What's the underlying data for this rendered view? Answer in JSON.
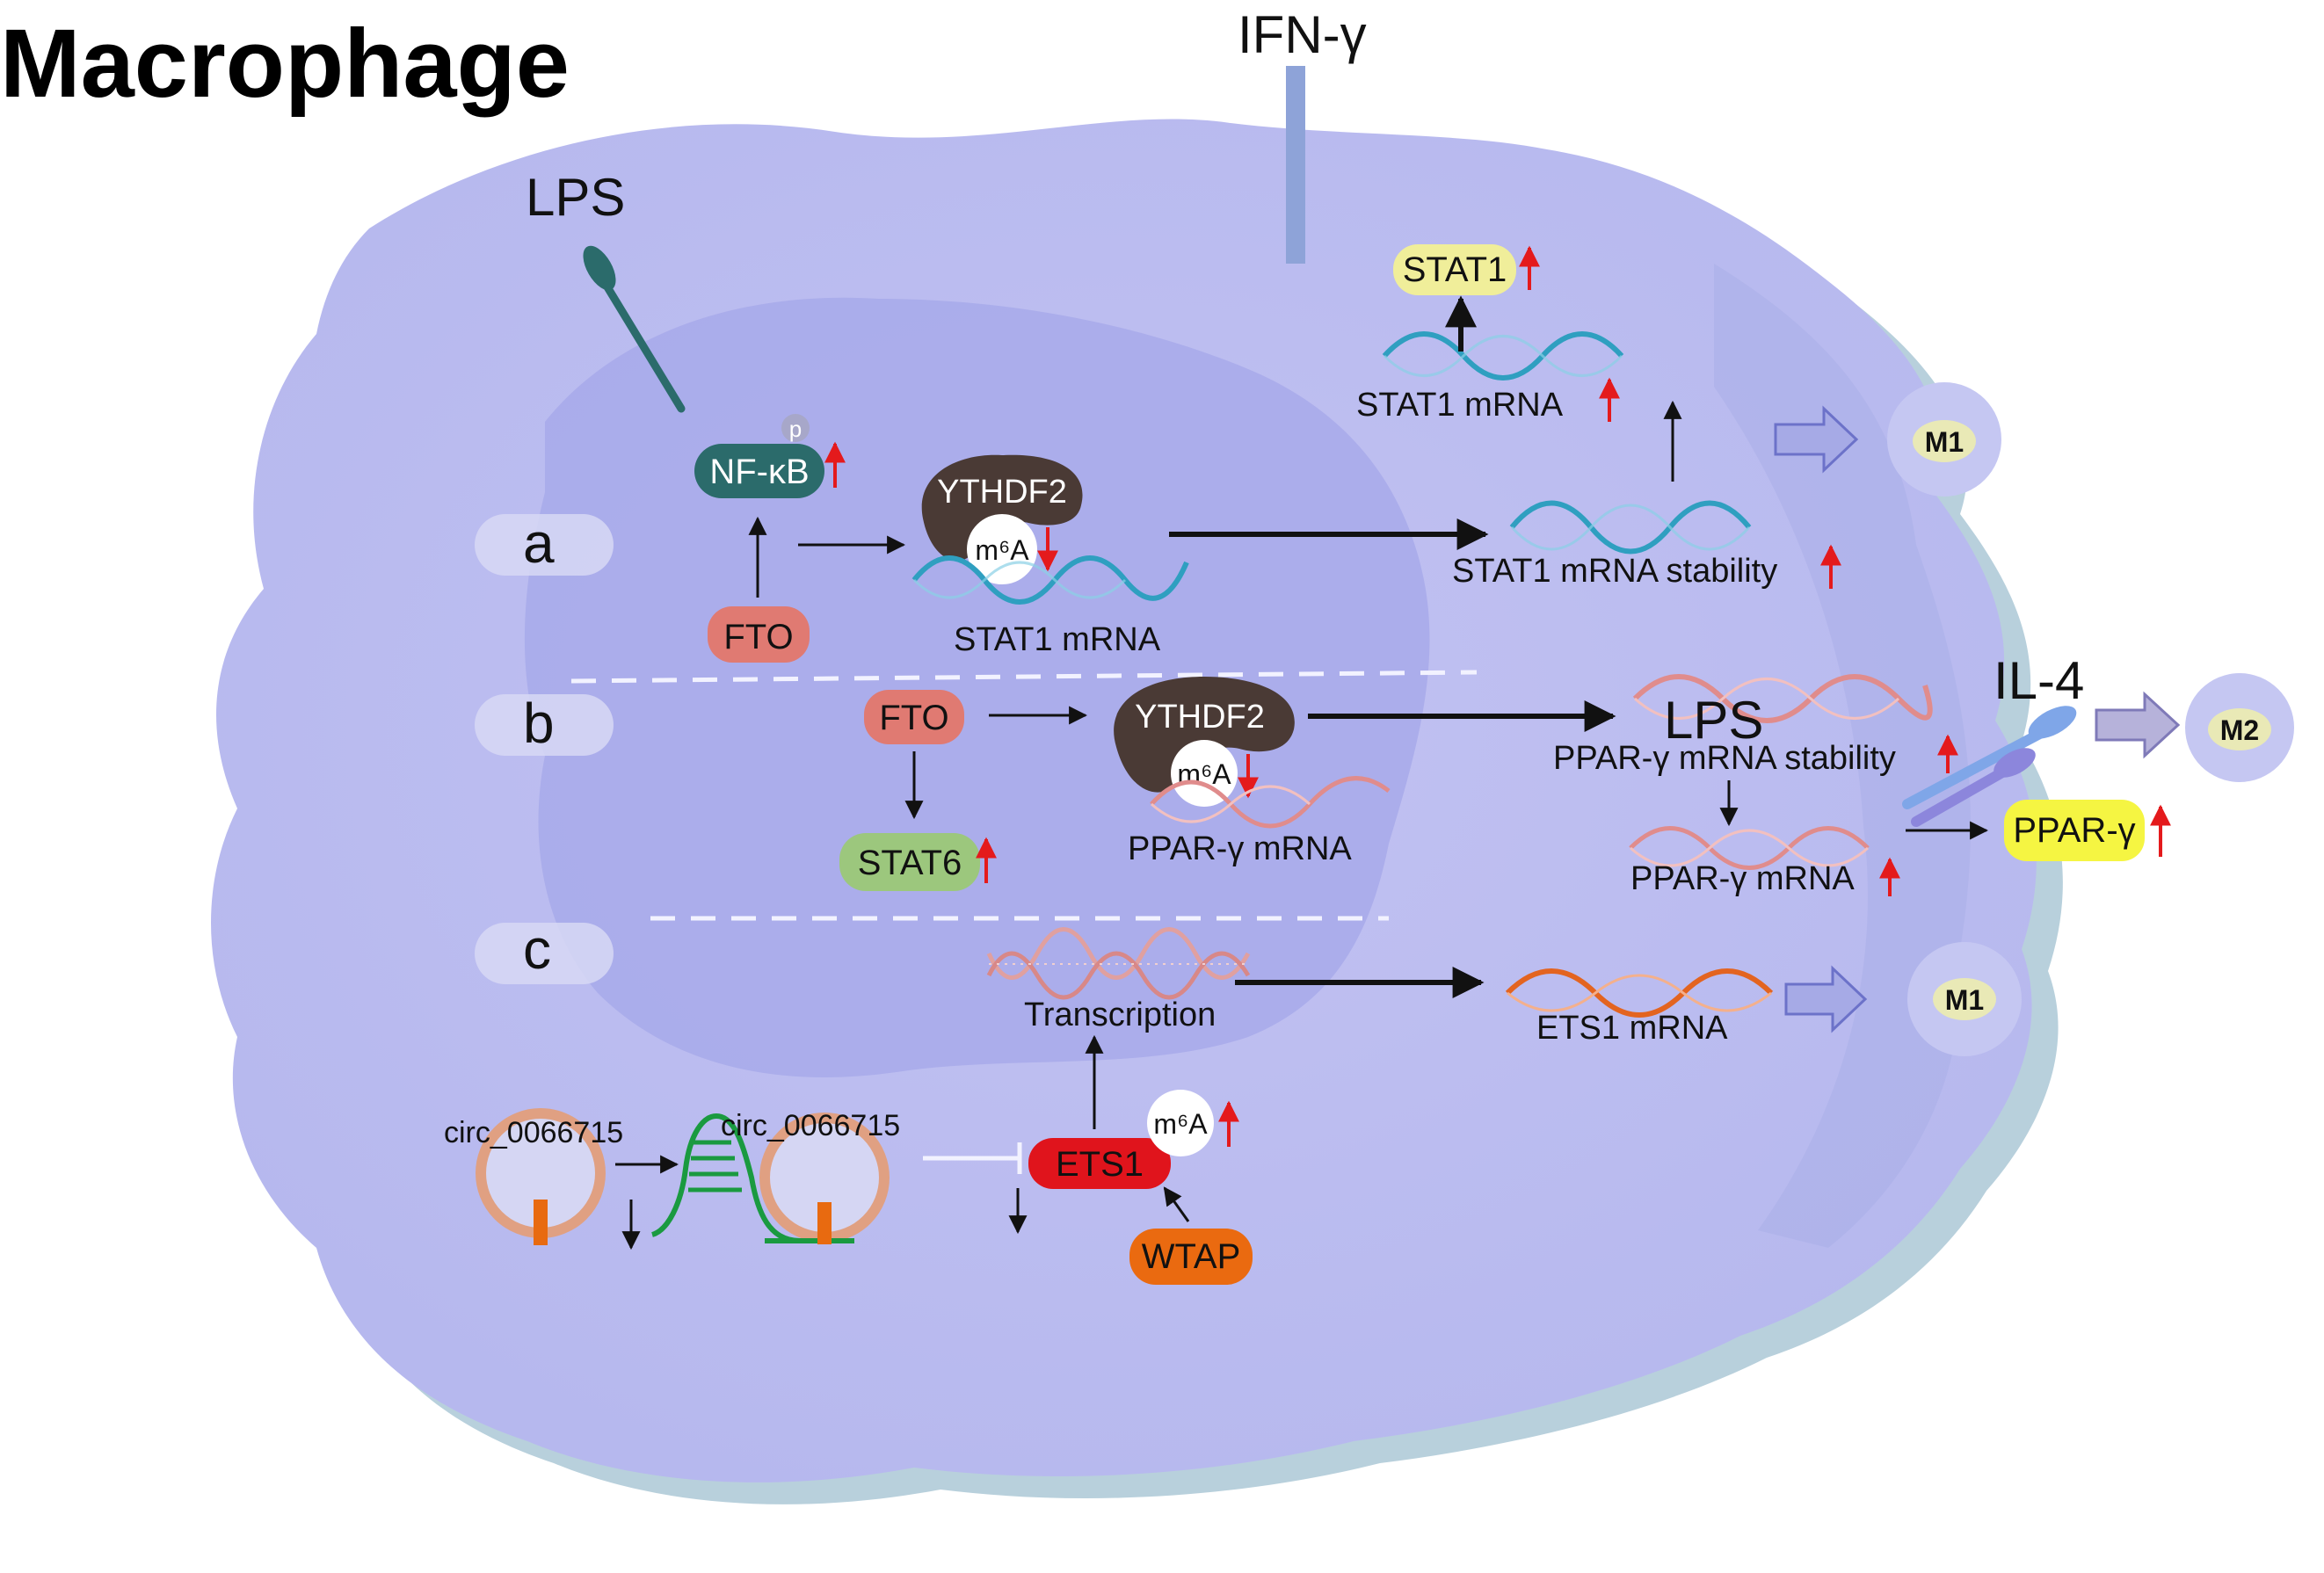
{
  "title": "Macrophage",
  "ligands": {
    "ifn": "IFN-γ",
    "lps_top": "LPS",
    "lps_right": "LPS",
    "il4": "IL-4"
  },
  "panels": [
    "a",
    "b",
    "c"
  ],
  "panel_a": {
    "nfkb": "NF-κB",
    "p": "p",
    "fto": "FTO",
    "ythdf2": "YTHDF2",
    "m6a": "m⁶A",
    "stat1_mrna": "STAT1 mRNA",
    "stability": "STAT1 mRNA stability",
    "mrna_top": "STAT1 mRNA",
    "stat1": "STAT1",
    "outcome": "M1"
  },
  "panel_b": {
    "fto": "FTO",
    "stat6": "STAT6",
    "ythdf2": "YTHDF2",
    "m6a": "m⁶A",
    "pparg_mrna": "PPAR-γ mRNA",
    "stability": "PPAR-γ mRNA stability",
    "mrna_right": "PPAR-γ mRNA",
    "pparg": "PPAR-γ",
    "outcome": "M2"
  },
  "panel_c": {
    "circ_left": "circ_0066715",
    "circ_right": "circ_0066715",
    "ets1": "ETS1",
    "m6a": "m⁶A",
    "wtap": "WTAP",
    "transcription": "Transcription",
    "ets1_mrna": "ETS1 mRNA",
    "outcome": "M1"
  },
  "colors": {
    "cell": "#c9c9f4",
    "nucleus": "#aeb0ec",
    "fto": "#e07a72",
    "stat6": "#9cc77d",
    "stat1": "#f0ee9a",
    "pparg": "#f5f542",
    "ets1": "#e0141c",
    "wtap": "#ea6a10",
    "nfkb": "#2b6b6b",
    "ythdf2": "#4a3a35",
    "up_arrow": "#e41a1c"
  }
}
